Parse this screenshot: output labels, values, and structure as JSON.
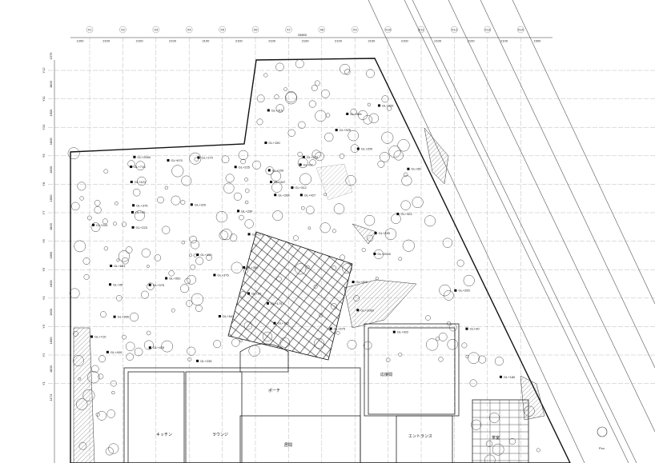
{
  "drawing": {
    "grid_x_labels": [
      "X1",
      "X2",
      "X3",
      "X4",
      "X5",
      "X6",
      "X7",
      "X8",
      "X9",
      "X10",
      "X11",
      "X12",
      "X13",
      "X14"
    ],
    "grid_y_labels": [
      "Y12",
      "Y11",
      "Y10",
      "Y9",
      "Y8",
      "Y7",
      "Y6",
      "Y5",
      "Y4",
      "Y3",
      "Y2",
      "Y1"
    ],
    "total_dimension": "28800",
    "x_dimensions": [
      "1200",
      "2100",
      "2100",
      "2100",
      "2100",
      "2100",
      "2100",
      "2100",
      "2100",
      "2100",
      "2100",
      "2100",
      "2100",
      "2100",
      "1500"
    ],
    "y_dimensions": [
      "1575",
      "1800",
      "1800",
      "1800",
      "1800",
      "1800",
      "1800",
      "1800",
      "1800",
      "1800",
      "1800",
      "1800",
      "1174"
    ],
    "rooms": {
      "kitchen": "キッチン",
      "lounge": "ラウンジ",
      "porch": "ポーチ",
      "reception": "応接間",
      "main_hall": "居間",
      "entrance": "エントランス",
      "tea_room": "茶室",
      "pole": "Pco"
    },
    "levels": [
      {
        "label": "GL+2060"
      },
      {
        "label": "GL+2060"
      },
      {
        "label": "GL+2060"
      },
      {
        "label": "GL+952"
      },
      {
        "label": "GL+922"
      },
      {
        "label": "GL+710"
      },
      {
        "label": "GL+681"
      },
      {
        "label": "GL+710"
      },
      {
        "label": "GL+543"
      },
      {
        "label": "GL+596"
      },
      {
        "label": "GL+420"
      },
      {
        "label": "GL+670"
      },
      {
        "label": "GL+425"
      },
      {
        "label": "GL+268"
      },
      {
        "label": "GL+320"
      },
      {
        "label": "GL+375"
      },
      {
        "label": "GL+455"
      },
      {
        "label": "GL+421"
      },
      {
        "label": "GL+400"
      },
      {
        "label": "GL+325"
      },
      {
        "label": "GL+180"
      },
      {
        "label": "GL+225"
      },
      {
        "label": "GL+365"
      },
      {
        "label": "GL+220"
      },
      {
        "label": "GL+370"
      },
      {
        "label": "GL+322"
      },
      {
        "label": "GL+65"
      },
      {
        "label": "GL+225"
      },
      {
        "label": "GL+67"
      },
      {
        "label": "GL+95"
      },
      {
        "label": "GL+265"
      },
      {
        "label": "GL+60"
      },
      {
        "label": "GL+347"
      },
      {
        "label": "GL+90"
      },
      {
        "label": "GL+120"
      },
      {
        "label": "GL+90"
      },
      {
        "label": "GL+150"
      },
      {
        "label": "GL+330"
      },
      {
        "label": "GL+175"
      },
      {
        "label": "GL+170"
      },
      {
        "label": "GL+235"
      },
      {
        "label": "GL+175"
      },
      {
        "label": "GL+150"
      },
      {
        "label": "GL+223"
      },
      {
        "label": "GL+200"
      },
      {
        "label": "GL+230"
      },
      {
        "label": "GL+427"
      },
      {
        "label": "GL+350"
      },
      {
        "label": "GL+375"
      },
      {
        "label": "GL+375"
      },
      {
        "label": "GL+376"
      },
      {
        "label": "GL+312"
      },
      {
        "label": "GL+315"
      }
    ]
  }
}
